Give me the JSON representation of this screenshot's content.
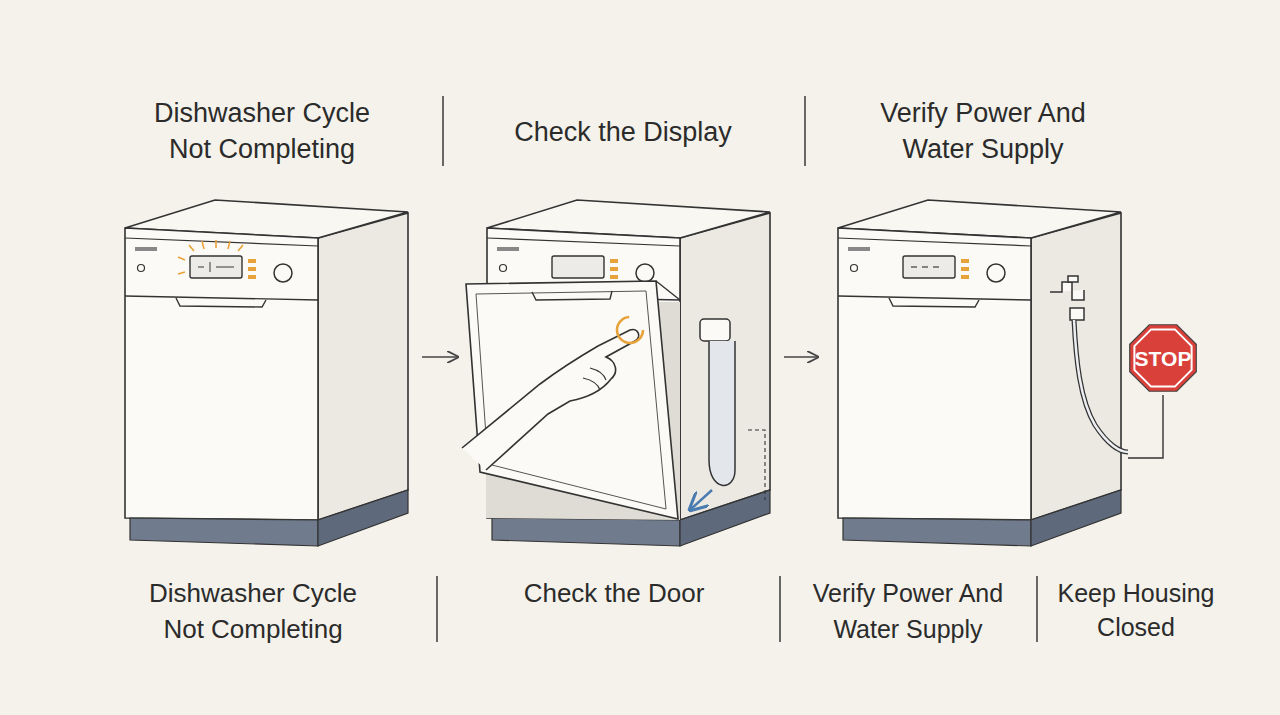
{
  "diagram": {
    "nodes": [
      {
        "text": [
          "Dishwasher Cycle Not Completing",
          "Dishwasher Cycle Not Completing"
        ]
      },
      {
        "text": [
          "Check the Display",
          "Check the Door"
        ]
      },
      {
        "text": [
          "Verify Power And Water Supply",
          "Verify Power And Water Supply"
        ]
      },
      {
        "text": [
          "STOP"
        ]
      }
    ],
    "edges": [
      {
        "from": 0,
        "to": 1,
        "arrow": "to"
      },
      {
        "from": 1,
        "to": 2,
        "arrow": "to"
      }
    ],
    "labels": [
      "Keep Housing Closed"
    ]
  }
}
